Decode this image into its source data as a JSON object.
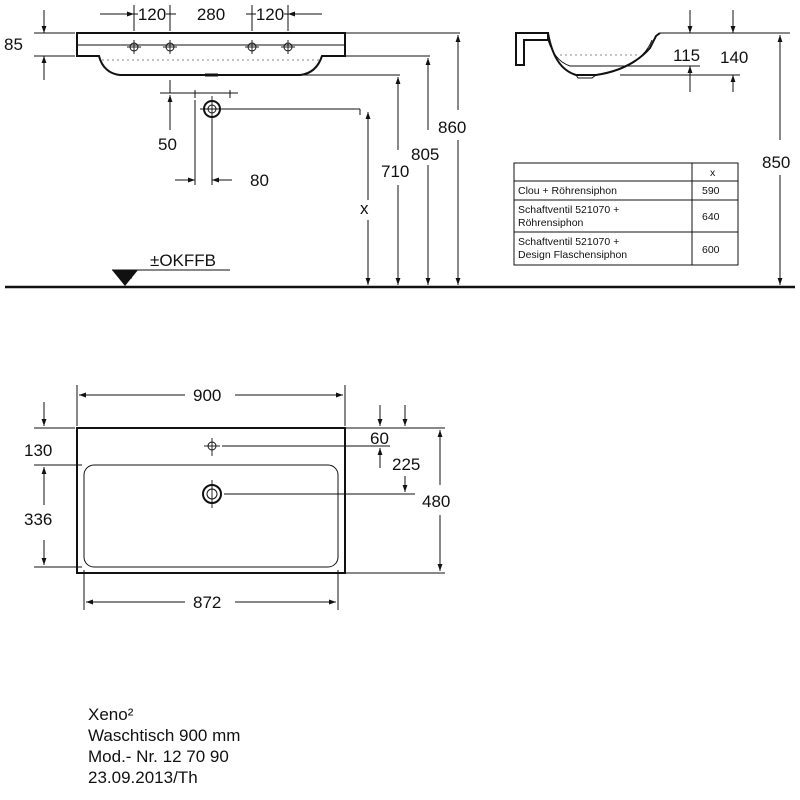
{
  "front_view": {
    "dims": {
      "hole_spacing_left": "120",
      "hole_spacing_mid": "280",
      "hole_spacing_right": "120",
      "rim_height": "85",
      "outlet_drop": "50",
      "outlet_offset": "80",
      "h_710": "710",
      "h_805": "805",
      "h_860": "860",
      "h_x": "x"
    },
    "floor_label": "±OKFFB"
  },
  "side_view": {
    "dims": {
      "d_115": "115",
      "d_140": "140",
      "d_850": "850"
    }
  },
  "table": {
    "header": "x",
    "rows": [
      {
        "lines": [
          "Clou + Röhrensiphon"
        ],
        "value": "590"
      },
      {
        "lines": [
          "Schaftventil 521070 +",
          "Röhrensiphon"
        ],
        "value": "640"
      },
      {
        "lines": [
          "Schaftventil 521070 +",
          "Design Flaschensiphon"
        ],
        "value": "600"
      }
    ]
  },
  "top_view": {
    "dims": {
      "width_900": "900",
      "width_872": "872",
      "depth_130": "130",
      "depth_336": "336",
      "d_60": "60",
      "d_225": "225",
      "d_480": "480"
    }
  },
  "caption": {
    "product": "Xeno²",
    "description": "Waschtisch 900 mm",
    "model": "Mod.- Nr. 12 70 90",
    "date": "23.09.2013/Th"
  }
}
